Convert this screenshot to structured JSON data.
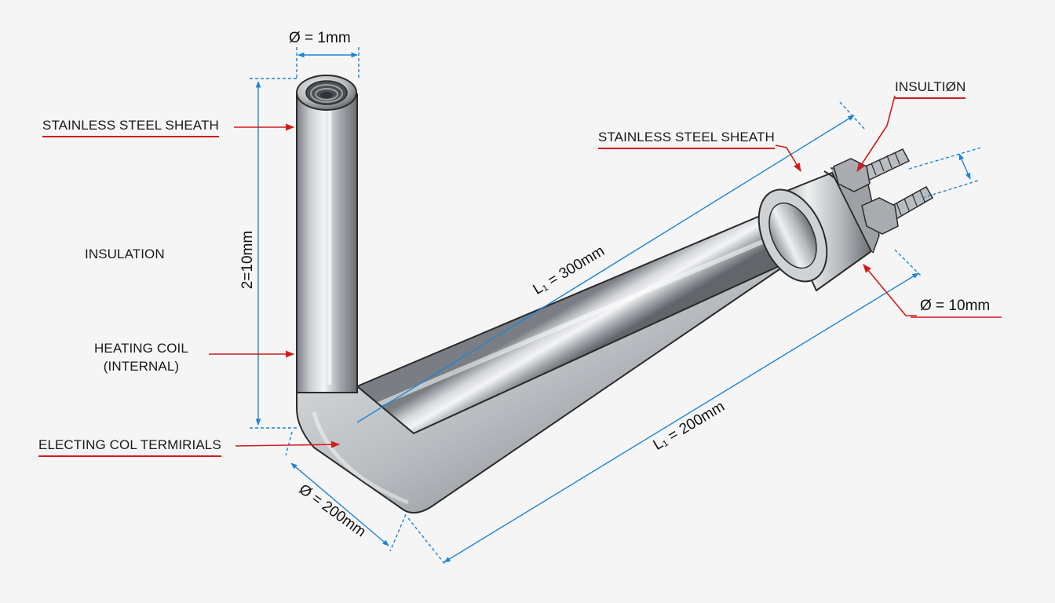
{
  "labels": {
    "sheath_left": "STAINLESS STEEL SHEATH",
    "insulation_left": "INSULATION",
    "heating_coil_line1": "HEATING COIL",
    "heating_coil_line2": "(INTERNAL)",
    "terminals": "ELECTING COL TERMIRIALS",
    "sheath_right": "STAINLESS STEEL SHEATH",
    "insulation_right": "INSULTIØN"
  },
  "dimensions": {
    "top_diameter": "Ø = 1mm",
    "vertical_length": "2=10mm",
    "long_leg_upper": "L₁ = 300mm",
    "long_leg_lower": "L₁ = 200mm",
    "bend_diameter": "Ø = 200mm",
    "flange_diameter": "Ø = 10mm"
  },
  "colors": {
    "leader": "#d21b1b",
    "dimension": "#1f84d6",
    "steel_light": "#e8eaec",
    "steel_dark": "#6f7378",
    "outline": "#2a2a2a"
  }
}
